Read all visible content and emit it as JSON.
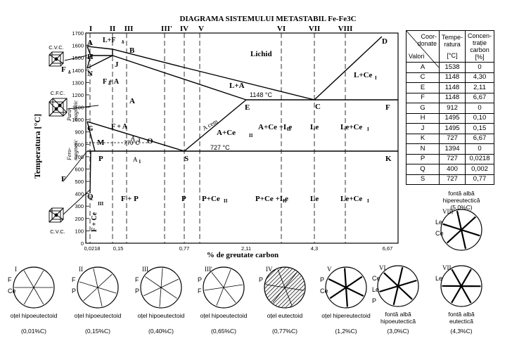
{
  "title": "DIAGRAMA SISTEMULUI METASTABIL Fe-Fe3C",
  "y_axis_label": "Temperatura [°C]",
  "x_axis_label": "% de greutate carbon",
  "y_ticks": [
    "1700",
    "1600",
    "1500",
    "1400",
    "1300",
    "1200",
    "1100",
    "1000",
    "900",
    "800",
    "700",
    "600",
    "500",
    "400",
    "300",
    "200",
    "100",
    "0"
  ],
  "x_ticks": [
    "0,0218",
    "0,15",
    "0,77",
    "2,11",
    "4,3",
    "6,67"
  ],
  "alloy_lines": [
    "I",
    "II",
    "III",
    "III'",
    "IV",
    "V",
    "VI",
    "VII",
    "VIII"
  ],
  "points": [
    "A",
    "B",
    "C",
    "D",
    "E",
    "F",
    "G",
    "H",
    "J",
    "K",
    "N",
    "P",
    "Q",
    "S",
    "O",
    "M"
  ],
  "region_labels": {
    "lichid": "Lichid",
    "l_plus_f_delta": "L+F",
    "f_delta": "F",
    "f_delta_plus_a": "F  + A",
    "a": "A",
    "f_plus_a": "F + A",
    "l_plus_a": "L+A",
    "l_plus_ce": "L+Ce",
    "a_plus_ce2": "A+Ce",
    "a_ce2_le": "A+Ce  +Le",
    "le_upper": "Le",
    "le_ce1_upper": "Le+Ce",
    "f_plus_p": "F + P",
    "p": "P",
    "p_plus_ce2": "P+Ce",
    "p_ce2_le": "P+Ce  +Le",
    "le_lower": "Le",
    "le_ce1_lower": "Le+Ce",
    "f_plus_ce3": "F + Ce",
    "a_cem": "A cem",
    "a3": "A",
    "a1": "A",
    "temp_1148": "1148 °C",
    "temp_727": "727 °C",
    "temp_770": "770°C",
    "para": "Para-",
    "magnetic": "magnetic",
    "fero": "Fero-",
    "fero_magnetic": "magnetic",
    "f_label": "F",
    "fd_label": "F"
  },
  "crystal_labels": [
    "C.V.C.",
    "C.F.C.",
    "C.V.C."
  ],
  "table": {
    "header_corner_top": "Coor-\ndonate",
    "header_corner_bottom": "Valori",
    "col_temp": "Tempe-\nratura",
    "col_temp_unit": "[°C]",
    "col_carbon": "Concen-\ntrație\ncarbon",
    "col_carbon_unit": "[%]",
    "rows": [
      [
        "A",
        "1538",
        "0"
      ],
      [
        "C",
        "1148",
        "4,30"
      ],
      [
        "E",
        "1148",
        "2,11"
      ],
      [
        "F",
        "1148",
        "6,67"
      ],
      [
        "G",
        "912",
        "0"
      ],
      [
        "H",
        "1495",
        "0,10"
      ],
      [
        "J",
        "1495",
        "0,15"
      ],
      [
        "K",
        "727",
        "6,67"
      ],
      [
        "N",
        "1394",
        "0"
      ],
      [
        "P",
        "727",
        "0,0218"
      ],
      [
        "Q",
        "400",
        "0,002"
      ],
      [
        "S",
        "727",
        "0,77"
      ]
    ]
  },
  "micrographs": [
    {
      "num": "I",
      "name": "oțel hipoeutectoid",
      "comp": "(0,01%C)",
      "labels": [
        "F",
        "Ce"
      ]
    },
    {
      "num": "II",
      "name": "oțel hipoeutectoid",
      "comp": "(0,15%C)",
      "labels": [
        "F",
        "P"
      ]
    },
    {
      "num": "III",
      "name": "oțel hipoeutectoid",
      "comp": "(0,40%C)",
      "labels": [
        "F",
        "P"
      ]
    },
    {
      "num": "III'",
      "name": "oțel hipoeutectoid",
      "comp": "(0,65%C)",
      "labels": [
        "P",
        "F"
      ]
    },
    {
      "num": "IV",
      "name": "oțel eutectoid",
      "comp": "(0,77%C)",
      "labels": [
        "P"
      ]
    },
    {
      "num": "V",
      "name": "oțel hipereutectoid",
      "comp": "(1,2%C)",
      "labels": [
        "P",
        "Ce"
      ]
    },
    {
      "num": "VI",
      "name": "fontă albă\nhipoeutectică",
      "comp": "(3,0%C)",
      "labels": [
        "Ce",
        "Le",
        "P"
      ]
    },
    {
      "num": "VII",
      "name": "fontă albă\neutectică",
      "comp": "(4,3%C)",
      "labels": [
        "Le"
      ]
    },
    {
      "num": "VIII",
      "name": "fontă albă\nhipereutectică",
      "comp": "(5,0%C)",
      "labels": [
        "Le",
        "Ce"
      ]
    }
  ]
}
